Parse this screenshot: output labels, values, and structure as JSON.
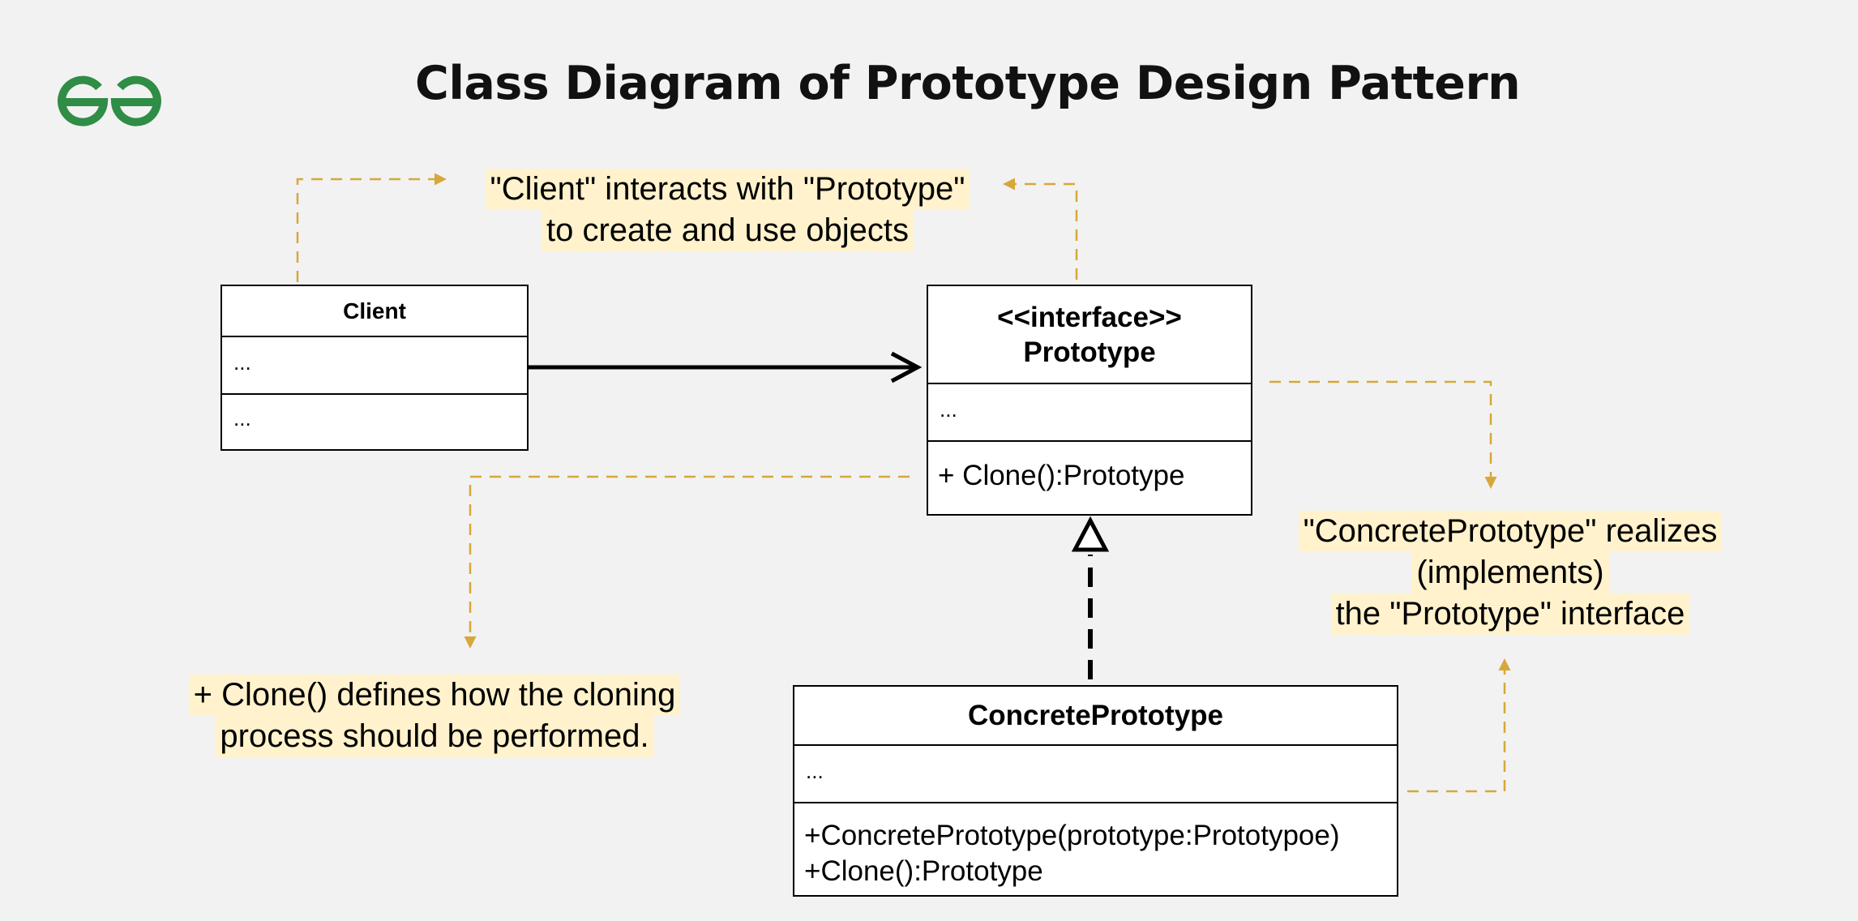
{
  "title": "Class Diagram of Prototype Design Pattern",
  "logo": {
    "icon": "geeksforgeeks-logo",
    "color": "#2f8d46"
  },
  "colors": {
    "note_bg": "#fff2cc",
    "dashed_arrow": "#d6a83a",
    "line": "#000000"
  },
  "client": {
    "name": "Client",
    "attributes": "...",
    "methods": "..."
  },
  "prototype": {
    "stereotype": "<<interface>>",
    "name": "Prototype",
    "attributes": "...",
    "methods": [
      "+ Clone():Prototype"
    ]
  },
  "concrete_prototype": {
    "name": "ConcretePrototype",
    "attributes": "...",
    "methods": [
      "+ConcretePrototype(prototype:Prototypoe)",
      "+Clone():Prototype"
    ]
  },
  "notes": {
    "interaction": [
      "\"Client\" interacts with \"Prototype\"",
      "to create and use objects"
    ],
    "clone": [
      "+ Clone() defines how the cloning",
      "process should be performed."
    ],
    "realization": [
      "\"ConcretePrototype\" realizes",
      "(implements)",
      "the \"Prototype\" interface"
    ]
  }
}
